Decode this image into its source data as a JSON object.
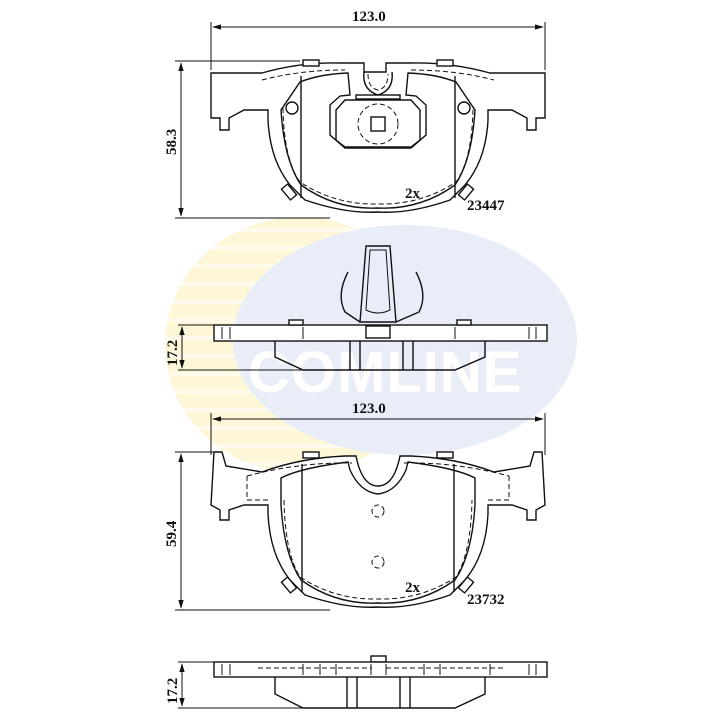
{
  "watermark": {
    "brand": "COMLINE",
    "yellow": "#fdf7d8",
    "blue": "#e8edf8"
  },
  "top_pad": {
    "width_label": "123.0",
    "height_label": "58.3",
    "quantity_label": "2x",
    "part_number": "23447"
  },
  "top_side_view": {
    "thickness_label": "17.2"
  },
  "bottom_pad": {
    "width_label": "123.0",
    "height_label": "59.4",
    "quantity_label": "2x",
    "part_number": "23732"
  },
  "bottom_side_view": {
    "thickness_label": "17.2"
  }
}
